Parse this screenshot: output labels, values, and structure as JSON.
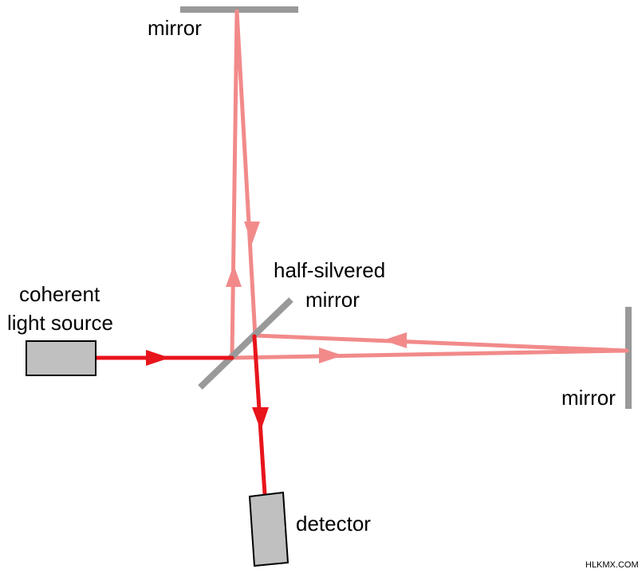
{
  "labels": {
    "mirror_top": "mirror",
    "mirror_right": "mirror",
    "splitter_line1": "half-silvered",
    "splitter_line2": "mirror",
    "source_line1": "coherent",
    "source_line2": "light source",
    "detector": "detector"
  },
  "watermark": "HLKMX.COM",
  "colors": {
    "beam_strong": "#e8141b",
    "beam_light": "#f28a8a",
    "component_fill": "#c0c0c0",
    "component_stroke": "#000000",
    "mirror": "#999999",
    "text": "#000000"
  }
}
